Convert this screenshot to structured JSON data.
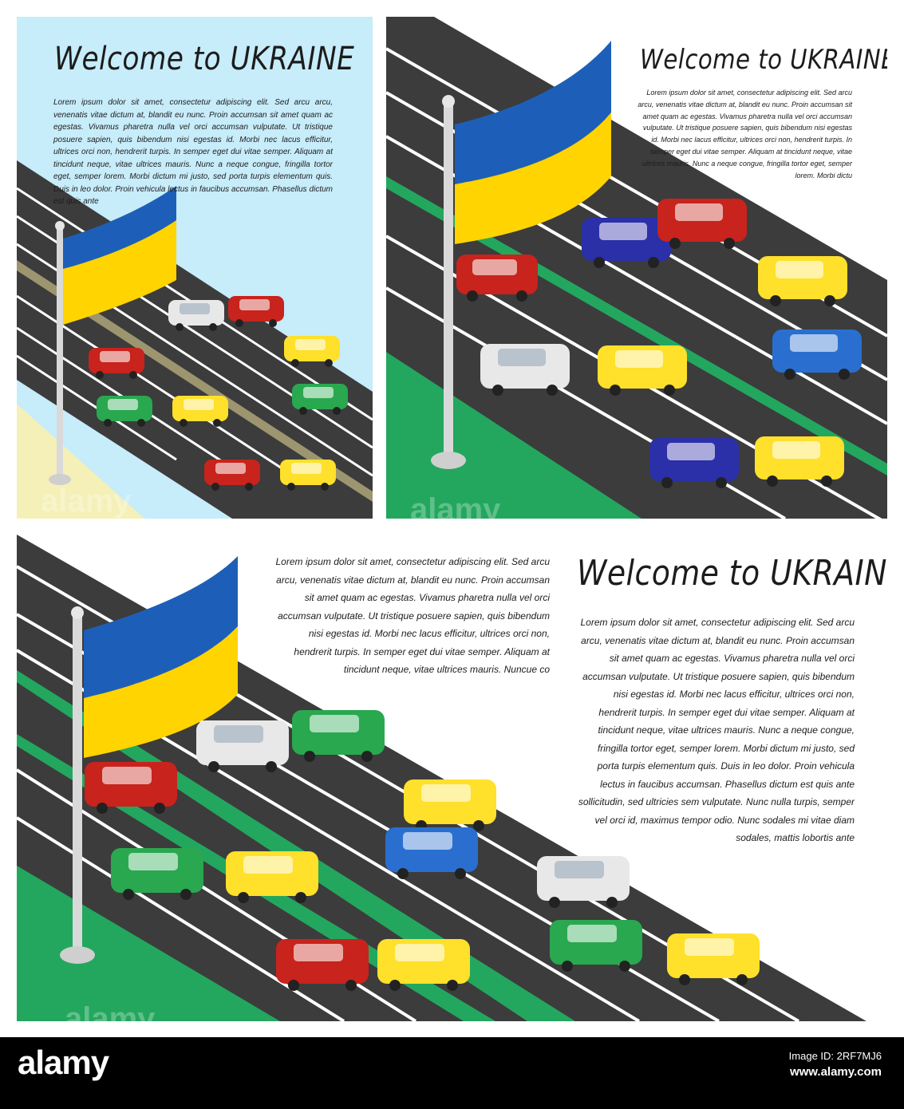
{
  "panels": [
    {
      "title": "Welcome to UKRAINE",
      "body": "Lorem ipsum dolor sit amet, consectetur adipiscing elit. Sed arcu arcu, venenatis vitae dictum at, blandit eu nunc. Proin accumsan sit amet quam ac egestas. Vivamus pharetra nulla vel orci accumsan vulputate. Ut tristique posuere sapien, quis bibendum nisi egestas id. Morbi nec lacus efficitur, ultrices orci non, hendrerit turpis. In semper eget dui vitae semper. Aliquam at tincidunt neque, vitae ultrices mauris. Nunc a neque congue, fringilla tortor eget, semper lorem. Morbi dictum mi justo, sed porta turpis elementum quis. Duis in leo dolor. Proin vehicula lectus in faucibus accumsan. Phasellus dictum est quis ante",
      "colors": {
        "sky": "#c7ecfa",
        "sand": "#f5f0b8",
        "road": "#3c3c3c"
      }
    },
    {
      "title": "Welcome to UKRAINE",
      "body": "Lorem ipsum dolor sit amet, consectetur adipiscing elit. Sed arcu arcu, venenatis vitae dictum at, blandit eu nunc. Proin accumsan sit amet quam ac egestas. Vivamus pharetra nulla vel orci accumsan vulputate. Ut tristique posuere sapien, quis bibendum nisi egestas id. Morbi nec lacus efficitur, ultrices orci non, hendrerit turpis. In semper eget dui vitae semper. Aliquam at tincidunt neque, vitae ultrices mauris. Nunc a neque congue, fringilla tortor eget, semper lorem. Morbi dictu",
      "colors": {
        "grass": "#23a75e",
        "road": "#3c3c3c"
      }
    },
    {
      "body": "Lorem ipsum dolor sit amet, consectetur adipiscing elit. Sed arcu arcu, venenatis vitae dictum at, blandit eu nunc. Proin accumsan sit amet quam ac egestas. Vivamus pharetra nulla vel orci accumsan vulputate. Ut tristique posuere sapien, quis bibendum nisi egestas id. Morbi nec lacus efficitur, ultrices orci non, hendrerit turpis. In semper eget dui vitae semper. Aliquam at tincidunt neque, vitae ultrices mauris. Nuncue co",
      "colors": {
        "grass": "#23a75e",
        "road": "#3c3c3c"
      }
    },
    {
      "title": "Welcome to UKRAINE",
      "body": "Lorem ipsum dolor sit amet, consectetur adipiscing elit. Sed arcu arcu, venenatis vitae dictum at, blandit eu nunc. Proin accumsan sit amet quam ac egestas. Vivamus pharetra nulla vel orci accumsan vulputate. Ut tristique posuere sapien, quis bibendum nisi egestas id. Morbi nec lacus efficitur, ultrices orci non, hendrerit turpis. In semper eget dui vitae semper. Aliquam at tincidunt neque, vitae ultrices mauris. Nunc a neque congue, fringilla tortor eget, semper lorem. Morbi dictum mi justo, sed porta turpis elementum quis. Duis in leo dolor. Proin vehicula lectus in faucibus accumsan. Phasellus dictum est quis ante sollicitudin, sed ultricies sem vulputate. Nunc nulla turpis, semper vel orci id, maximus tempor odio. Nunc sodales mi vitae diam sodales, mattis lobortis ante"
    }
  ],
  "flag_colors": {
    "blue": "#1d5fb8",
    "yellow": "#ffd400"
  },
  "car_colors": [
    "#c8231c",
    "#ffe02a",
    "#2aa84f",
    "#e8e8e8",
    "#2a6fd0",
    "#2b2fa8"
  ],
  "watermark": "alamy",
  "footer": {
    "brand": "alamy",
    "image_id": "Image ID: 2RF7MJ6",
    "url": "www.alamy.com"
  }
}
